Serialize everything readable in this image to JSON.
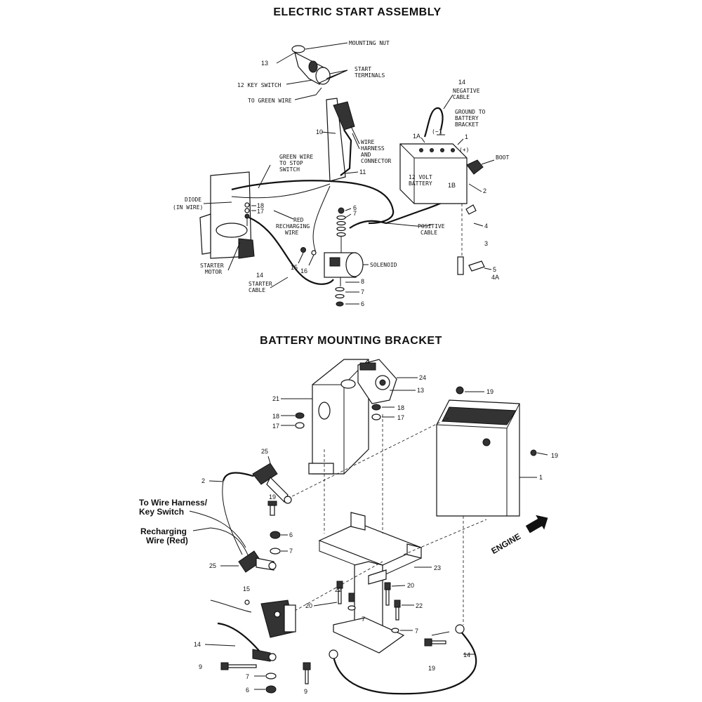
{
  "titles": {
    "top": "ELECTRIC START ASSEMBLY",
    "bottom": "BATTERY MOUNTING BRACKET"
  },
  "top_labels": {
    "mounting_nut": "MOUNTING NUT",
    "start_terminals_1": "START",
    "start_terminals_2": "TERMINALS",
    "key_switch": "12 KEY SWITCH",
    "to_green_wire": "TO GREEN WIRE",
    "negative_cable_1": "NEGATIVE",
    "negative_cable_2": "CABLE",
    "ground_1": "GROUND TO",
    "ground_2": "BATTERY",
    "ground_3": "BRACKET",
    "minus": "(−)",
    "plus": "(+)",
    "boot": "BOOT",
    "wire_harness_1": "WIRE",
    "wire_harness_2": "HARNESS",
    "wire_harness_3": "AND",
    "wire_harness_4": "CONNECTOR",
    "green_wire_1": "GREEN WIRE",
    "green_wire_2": "TO STOP",
    "green_wire_3": "SWITCH",
    "battery_1": "12 VOLT",
    "battery_2": "BATTERY",
    "diode_1": "DIODE",
    "diode_2": "(IN WIRE)",
    "red_wire_1": "RED",
    "red_wire_2": "RECHARGING",
    "red_wire_3": "WIRE",
    "positive_cable_1": "POSITIVE",
    "positive_cable_2": "CABLE",
    "solenoid": "SOLENOID",
    "starter_motor_1": "STARTER",
    "starter_motor_2": "MOTOR",
    "starter_cable_1": "STARTER",
    "starter_cable_2": "CABLE"
  },
  "top_numbers": {
    "n13": "13",
    "n14": "14",
    "n1a": "1A",
    "n1": "1",
    "n10": "10",
    "n11": "11",
    "n1b": "1B",
    "n2": "2",
    "n18": "18",
    "n17": "17",
    "n6": "6",
    "n7": "7",
    "n4": "4",
    "n3": "3",
    "n15": "15",
    "n16": "16",
    "n8": "8",
    "n7b": "7",
    "n6b": "6",
    "n14b": "14",
    "n5": "5",
    "n4a": "4A"
  },
  "bottom_labels": {
    "to_wire_harness_1": "To Wire Harness/",
    "to_wire_harness_2": "Key Switch",
    "recharging_1": "Recharging",
    "recharging_2": "Wire (Red)",
    "engine": "ENGINE"
  },
  "bottom_numbers": {
    "n24": "24",
    "n13": "13",
    "n21": "21",
    "n19a": "19",
    "n18a": "18",
    "n17a": "17",
    "n18b": "18",
    "n17b": "17",
    "n19b": "19",
    "n1": "1",
    "n25a": "25",
    "n2": "2",
    "n19c": "19",
    "n6a": "6",
    "n7a": "7",
    "n25b": "25",
    "n23": "23",
    "n20a": "20",
    "n22a": "22",
    "n15": "15",
    "n20b": "20",
    "n22b": "22",
    "n7b": "7",
    "n14a": "14",
    "n19d": "19",
    "n14b": "14",
    "n9a": "9",
    "n7c": "7",
    "n6b": "6",
    "n9b": "9"
  }
}
